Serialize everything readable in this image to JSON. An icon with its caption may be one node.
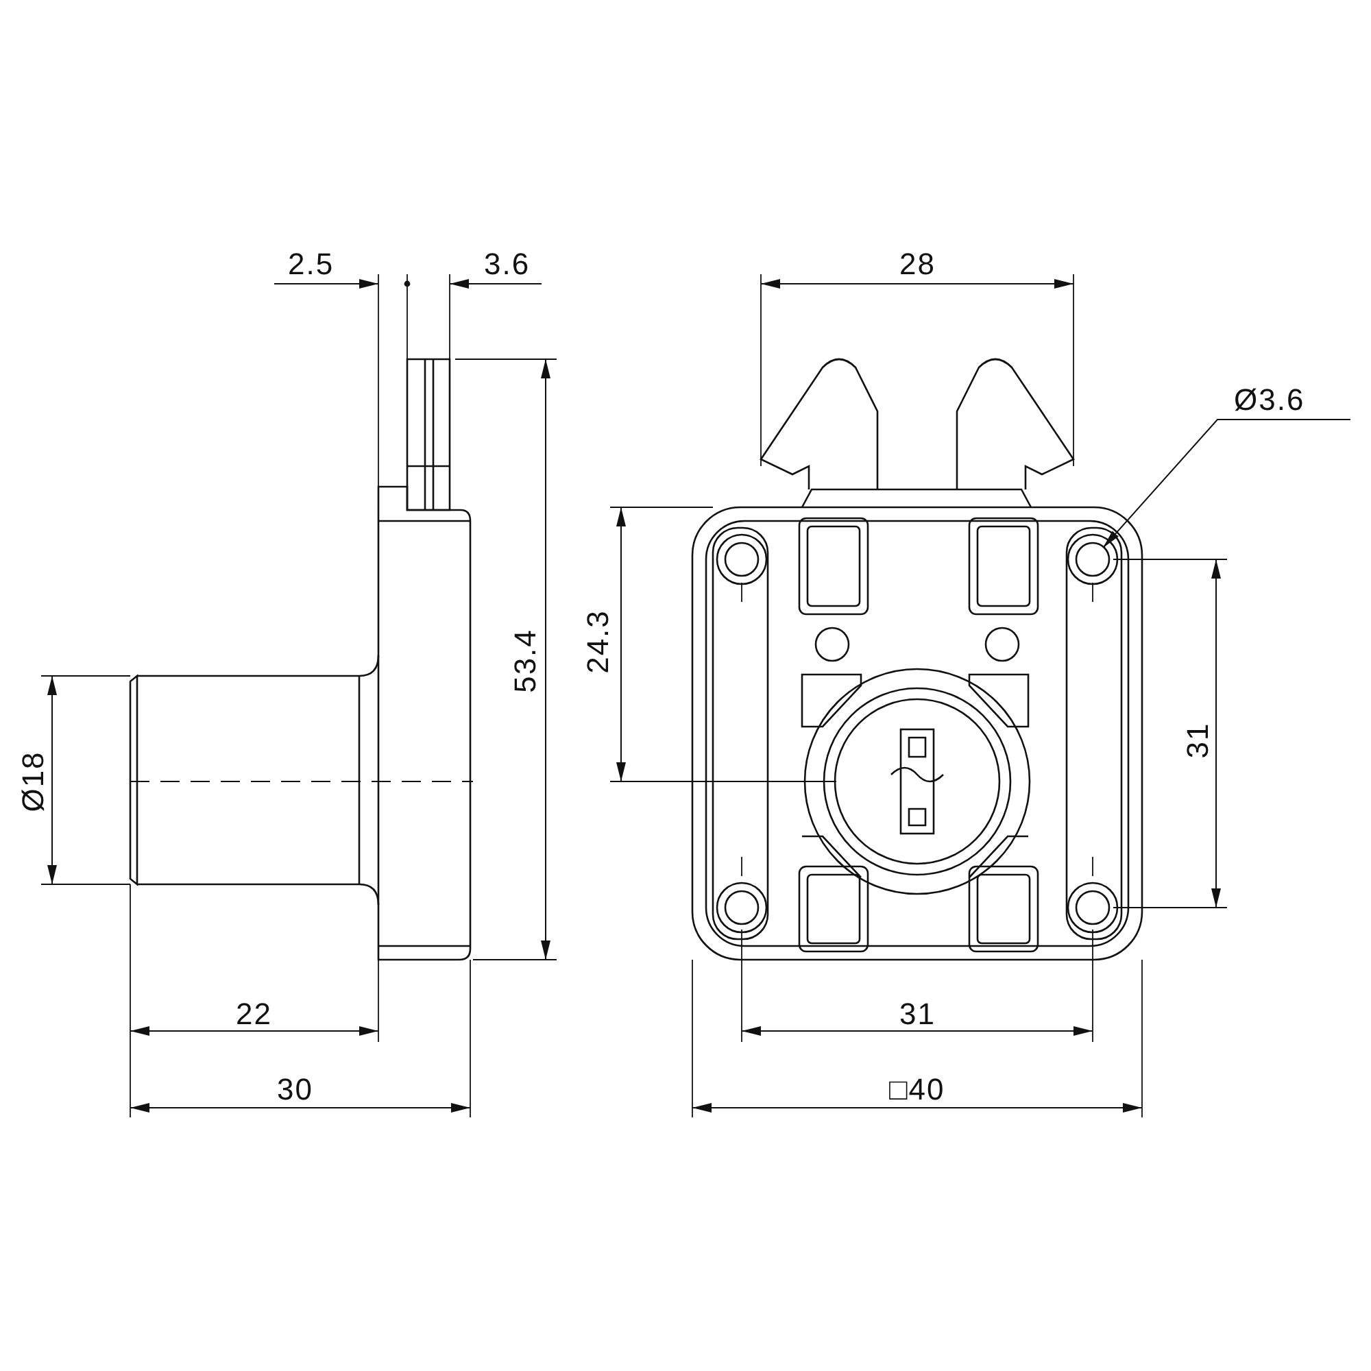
{
  "diagram": {
    "nodes": [
      {
        "text": [
          "Ø3.6"
        ]
      },
      {
        "text": [],
        "shape": "circle"
      }
    ],
    "edges": [
      {
        "from": 0,
        "to": 1,
        "arrow": "to"
      }
    ],
    "labels": [
      "2.5",
      "3.6",
      "28",
      "53.4",
      "24.3",
      "31",
      "Ø18",
      "22",
      "31",
      "30",
      "□40"
    ]
  }
}
